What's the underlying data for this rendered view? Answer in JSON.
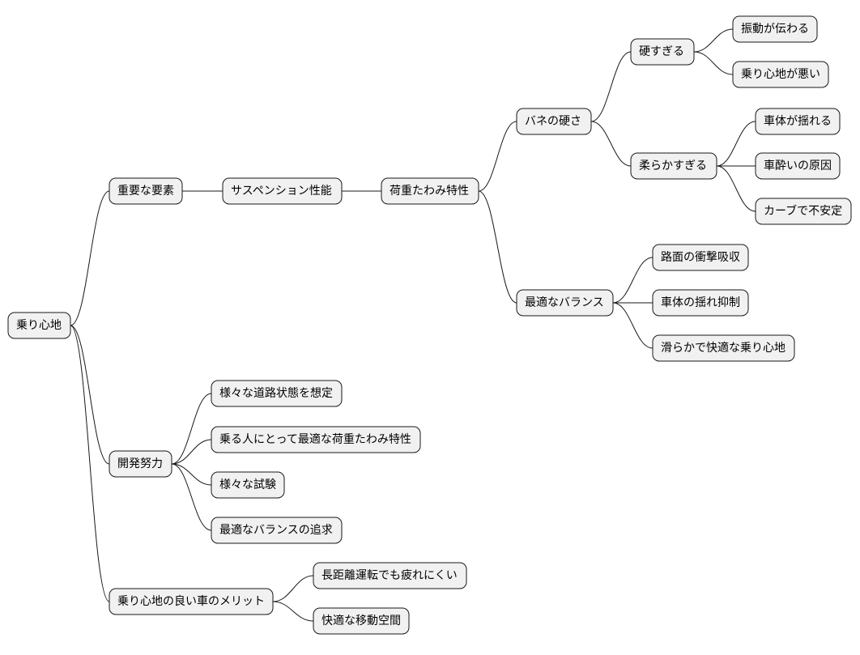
{
  "mindmap": {
    "root": {
      "id": "root",
      "label": "乗り心地",
      "children": [
        {
          "id": "important-factors",
          "label": "重要な要素",
          "children": [
            {
              "id": "suspension-performance",
              "label": "サスペンション性能",
              "children": [
                {
                  "id": "load-deflection",
                  "label": "荷重たわみ特性",
                  "children": [
                    {
                      "id": "spring-stiffness",
                      "label": "バネの硬さ",
                      "children": [
                        {
                          "id": "too-hard",
                          "label": "硬すぎる",
                          "children": [
                            {
                              "id": "vibration-transmitted",
                              "label": "振動が伝わる"
                            },
                            {
                              "id": "ride-bad",
                              "label": "乗り心地が悪い"
                            }
                          ]
                        },
                        {
                          "id": "too-soft",
                          "label": "柔らかすぎる",
                          "children": [
                            {
                              "id": "body-sways",
                              "label": "車体が揺れる"
                            },
                            {
                              "id": "car-sickness",
                              "label": "車酔いの原因"
                            },
                            {
                              "id": "unstable-curves",
                              "label": "カーブで不安定"
                            }
                          ]
                        }
                      ]
                    },
                    {
                      "id": "optimal-balance",
                      "label": "最適なバランス",
                      "children": [
                        {
                          "id": "shock-absorption",
                          "label": "路面の衝撃吸収"
                        },
                        {
                          "id": "sway-suppression",
                          "label": "車体の揺れ抑制"
                        },
                        {
                          "id": "smooth-ride",
                          "label": "滑らかで快適な乗り心地"
                        }
                      ]
                    }
                  ]
                }
              ]
            }
          ]
        },
        {
          "id": "development-efforts",
          "label": "開発努力",
          "children": [
            {
              "id": "assume-road-conditions",
              "label": "様々な道路状態を想定"
            },
            {
              "id": "optimal-for-riders",
              "label": "乗る人にとって最適な荷重たわみ特性"
            },
            {
              "id": "various-tests",
              "label": "様々な試験"
            },
            {
              "id": "pursue-balance",
              "label": "最適なバランスの追求"
            }
          ]
        },
        {
          "id": "merits",
          "label": "乗り心地の良い車のメリット",
          "children": [
            {
              "id": "less-fatigue",
              "label": "長距離運転でも疲れにくい"
            },
            {
              "id": "comfortable-space",
              "label": "快適な移動空間"
            }
          ]
        }
      ]
    }
  }
}
